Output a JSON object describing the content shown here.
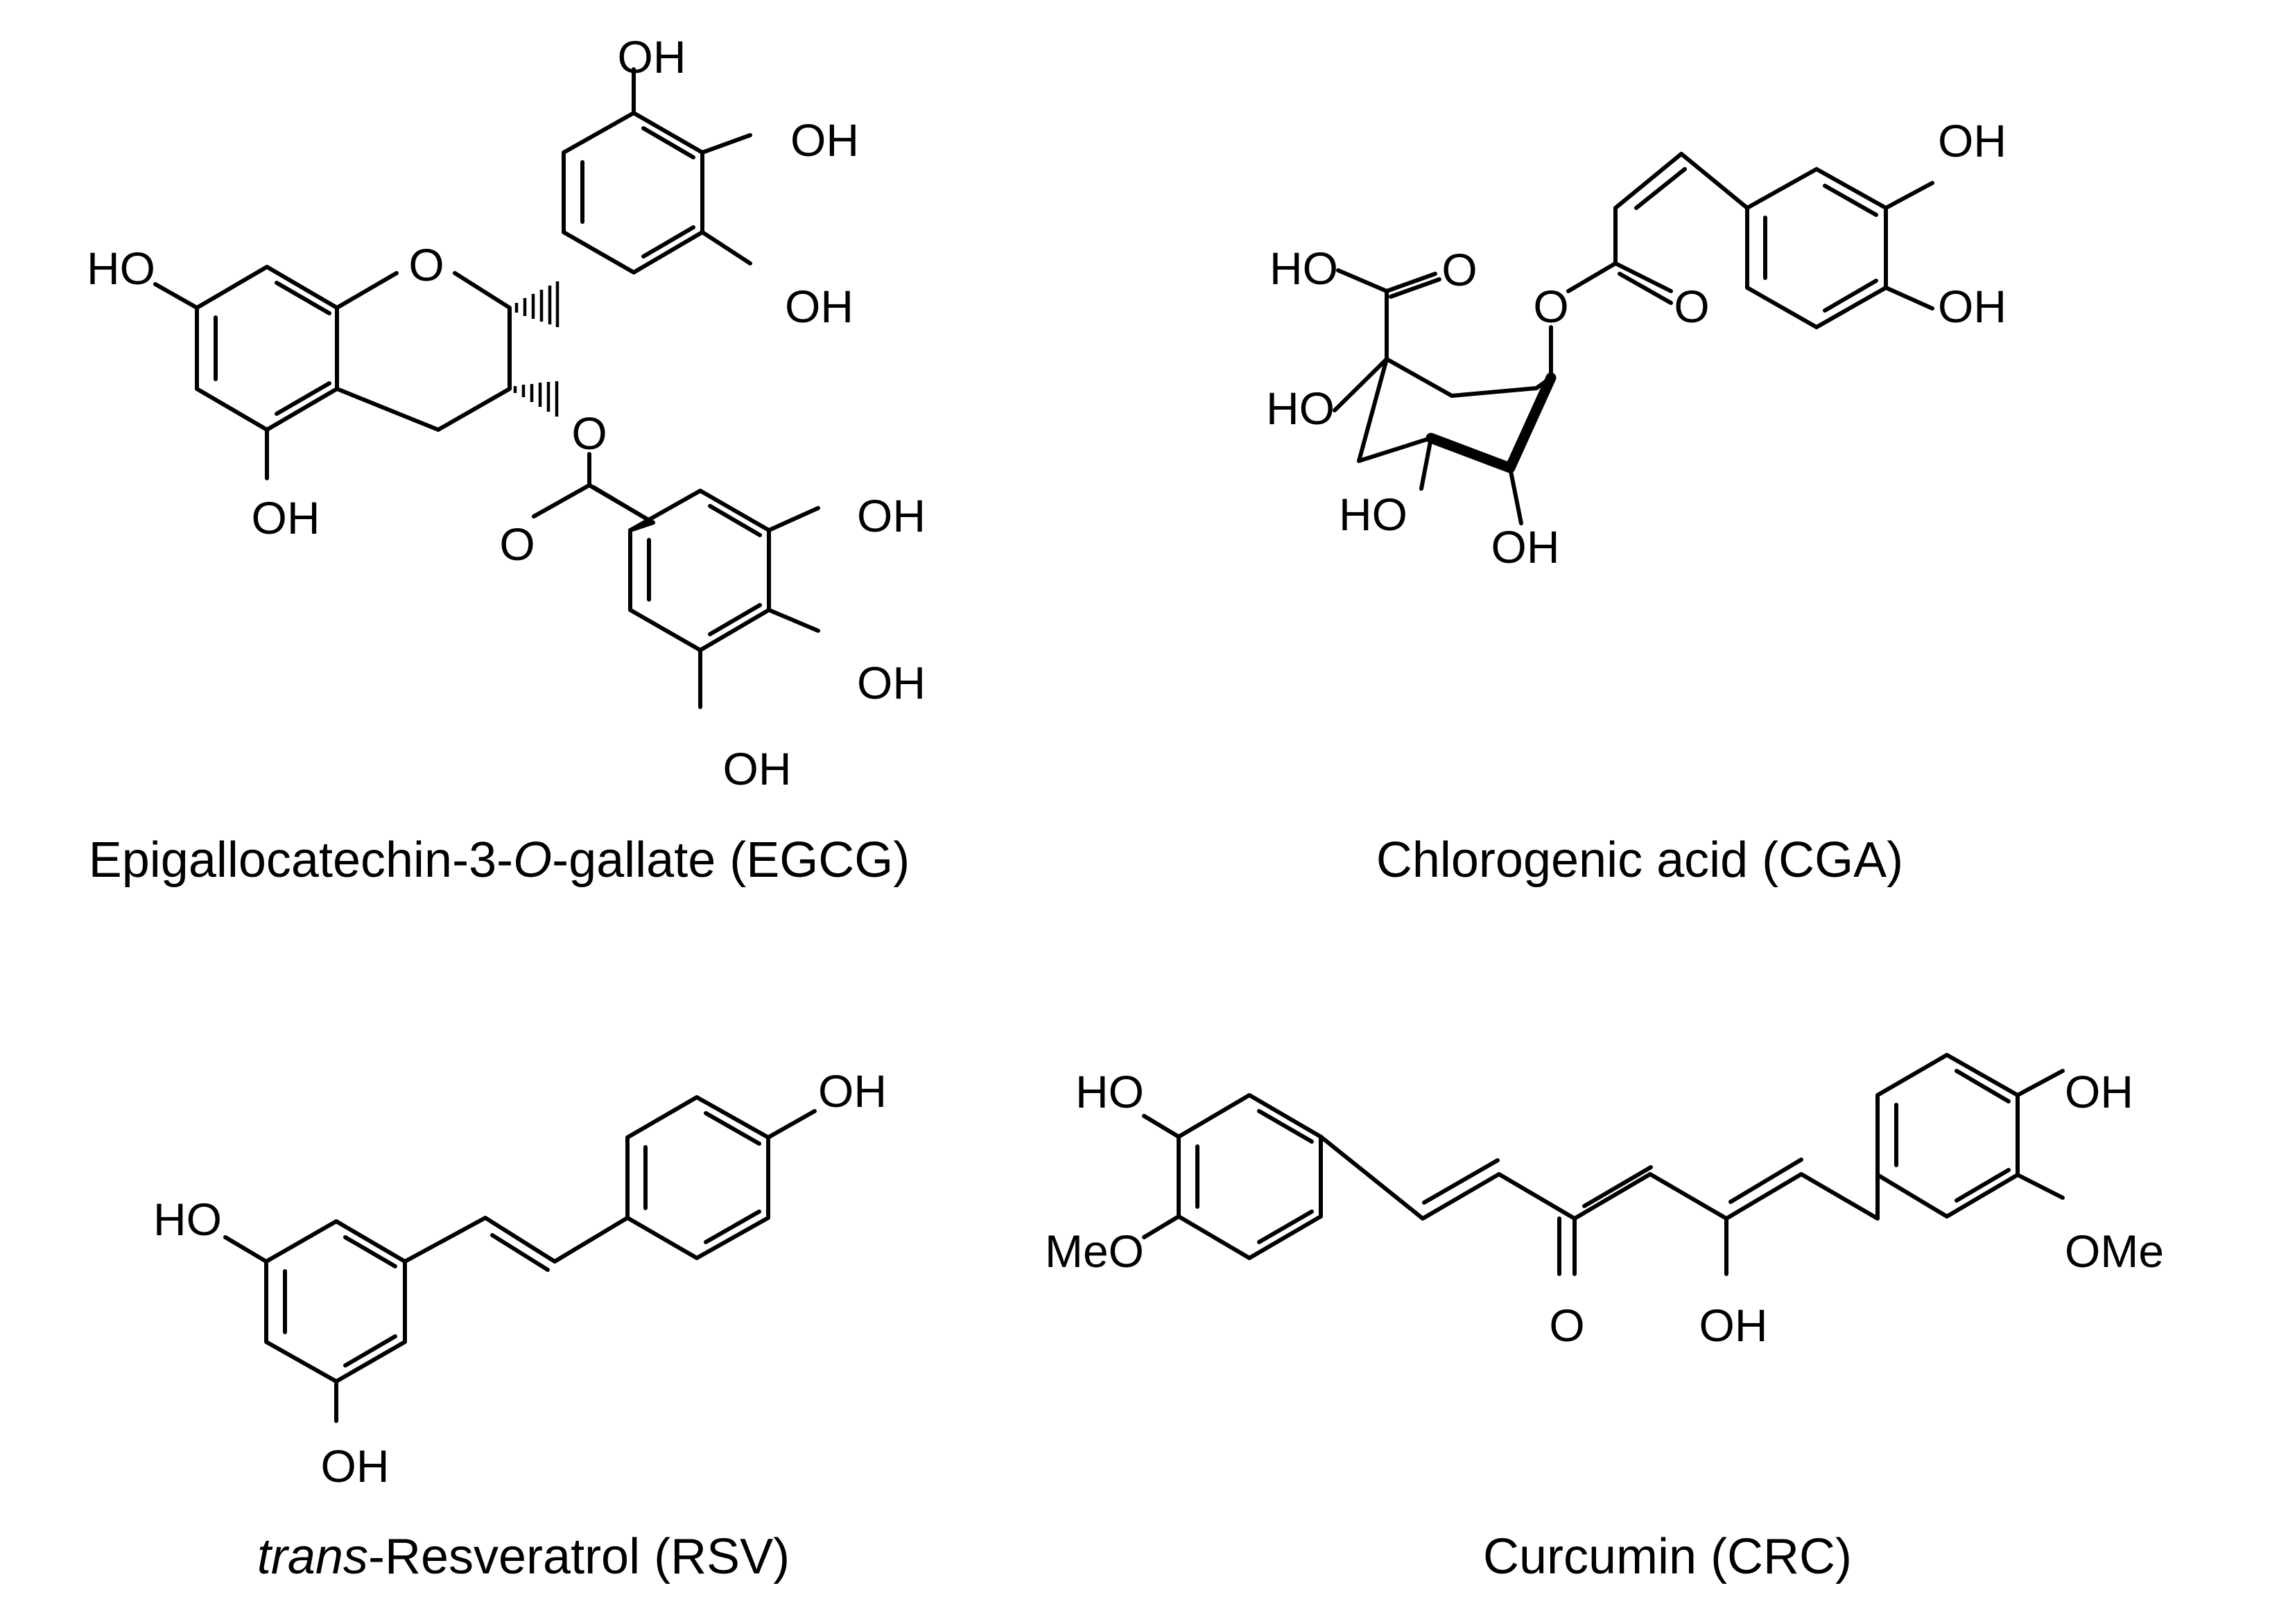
{
  "atoms": {
    "oh": "OH",
    "ho": "HO",
    "o": "O",
    "meo": "MeO",
    "ome": "OMe"
  },
  "compounds": [
    {
      "name": "Epigallocatechin-3-O-gallate (EGCG)",
      "caption_pre": "Epigallocatechin-3-",
      "caption_italic": "O",
      "caption_post": "-gallate (EGCG)"
    },
    {
      "name": "Chlorogenic acid (CGA)",
      "caption": "Chlorogenic acid (CGA)"
    },
    {
      "name": "trans-Resveratrol (RSV)",
      "caption_italic": "trans",
      "caption_post": "-Resveratrol (RSV)"
    },
    {
      "name": "Curcumin (CRC)",
      "caption": "Curcumin (CRC)"
    }
  ]
}
